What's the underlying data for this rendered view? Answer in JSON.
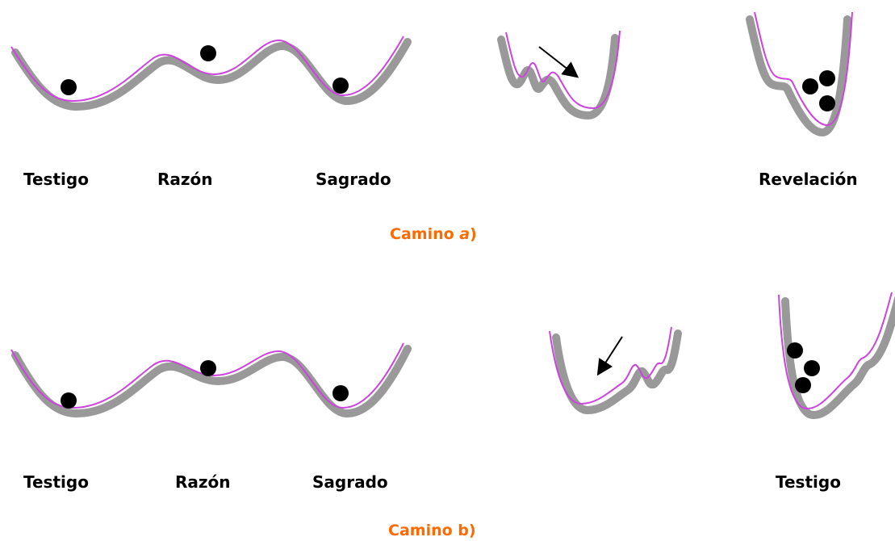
{
  "colors": {
    "curve": "#cc44dd",
    "shadow": "#999999",
    "ball": "#000000",
    "caption": "#ff6a00"
  },
  "row_a": {
    "labels": [
      "Testigo",
      "Razón",
      "Sagrado",
      "Revelación"
    ],
    "caption_prefix": "Camino",
    "caption_letter": "a",
    "caption_suffix": ")"
  },
  "row_b": {
    "labels": [
      "Testigo",
      "Razón",
      "Sagrado",
      "Testigo"
    ],
    "caption": "Camino b)"
  }
}
